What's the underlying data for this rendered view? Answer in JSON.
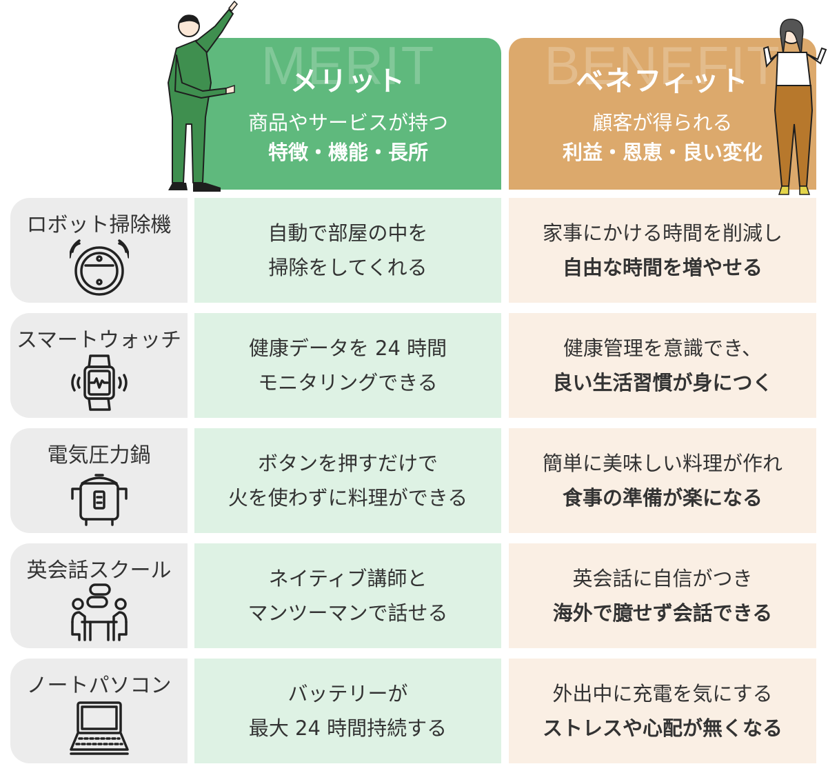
{
  "header": {
    "merit": {
      "bg_word": "MERIT",
      "title": "メリット",
      "subtitle_1": "商品やサービスが持つ",
      "subtitle_2": "特徴・機能・長所",
      "color": "#5fb97d"
    },
    "benefit": {
      "bg_word": "BENEFIT",
      "title": "ベネフィット",
      "subtitle_1": "顧客が得られる",
      "subtitle_2": "利益・恩恵・良い変化",
      "color": "#dca96c"
    }
  },
  "rows": [
    {
      "category": "ロボット掃除機",
      "icon": "robot-vacuum-icon",
      "merit": [
        "自動で部屋の中を",
        "掃除をしてくれる"
      ],
      "benefit": [
        "家事にかける時間を削減し",
        "自由な時間を増やせる"
      ]
    },
    {
      "category": "スマートウォッチ",
      "icon": "smartwatch-icon",
      "merit": [
        "健康データを 24 時間",
        "モニタリングできる"
      ],
      "benefit": [
        "健康管理を意識でき、",
        "良い生活習慣が身につく"
      ]
    },
    {
      "category": "電気圧力鍋",
      "icon": "pressure-cooker-icon",
      "merit": [
        "ボタンを押すだけで",
        "火を使わずに料理ができる"
      ],
      "benefit": [
        "簡単に美味しい料理が作れ",
        "食事の準備が楽になる"
      ]
    },
    {
      "category": "英会話スクール",
      "icon": "conversation-icon",
      "merit": [
        "ネイティブ講師と",
        "マンツーマンで話せる"
      ],
      "benefit": [
        "英会話に自信がつき",
        "海外で臆せず会話できる"
      ]
    },
    {
      "category": "ノートパソコン",
      "icon": "laptop-icon",
      "merit": [
        "バッテリーが",
        "最大 24 時間持続する"
      ],
      "benefit": [
        "外出中に充電を気にする",
        "ストレスや心配が無くなる"
      ]
    }
  ]
}
